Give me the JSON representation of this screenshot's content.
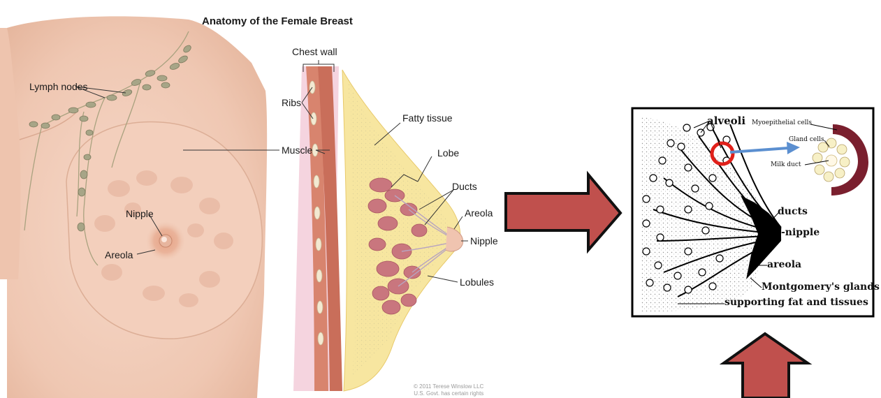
{
  "left_figure": {
    "title": "Anatomy of the Female Breast",
    "labels": {
      "lymph_nodes": "Lymph nodes",
      "nipple": "Nipple",
      "areola": "Areola",
      "chest_wall": "Chest wall",
      "ribs": "Ribs",
      "muscle": "Muscle",
      "fatty_tissue": "Fatty tissue",
      "lobe": "Lobe",
      "ducts": "Ducts",
      "areola_section": "Areola",
      "nipple_section": "Nipple",
      "lobules": "Lobules"
    },
    "credit_line1": "© 2011 Terese Winslow LLC",
    "credit_line2": "U.S. Govt. has certain rights"
  },
  "right_figure": {
    "labels": {
      "alveoli": "alveoli",
      "myoepithelial_cells": "Myoepithelial cells",
      "gland_cells": "Gland cells",
      "milk_duct": "Milk duct",
      "ducts": "ducts",
      "nipple": "-nipple",
      "areola": "areola",
      "montgomery": "Montgomery's glands",
      "supporting": "supporting fat and tissues"
    },
    "highlight_color": "#e0201a",
    "pointer_color": "#5b8fd0"
  },
  "arrows": {
    "fill_color": "#c0504d",
    "border_color": "#111111"
  }
}
